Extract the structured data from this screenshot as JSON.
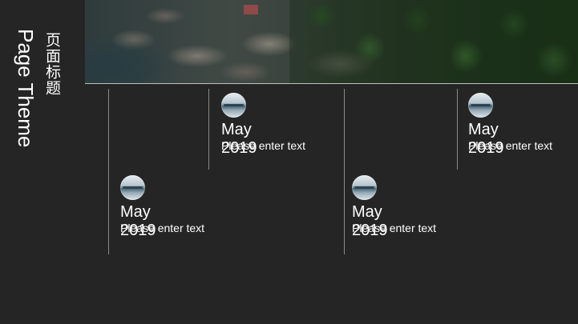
{
  "slide": {
    "title_cn": "页面标题",
    "title_en": "Page Theme",
    "banner": "aerial-photo-rocks-and-trees"
  },
  "timeline": [
    {
      "date": "May 2019",
      "text": "Please enter text",
      "icon": "landscape-thumbnail"
    },
    {
      "date": "May 2019",
      "text": "Please enter text",
      "icon": "landscape-thumbnail"
    },
    {
      "date": "May 2019",
      "text": "Please enter text",
      "icon": "landscape-thumbnail"
    },
    {
      "date": "May 2019",
      "text": "Please enter text",
      "icon": "landscape-thumbnail"
    }
  ],
  "colors": {
    "background": "#252525",
    "text": "#ffffff",
    "divider": "#8a8a8a"
  }
}
